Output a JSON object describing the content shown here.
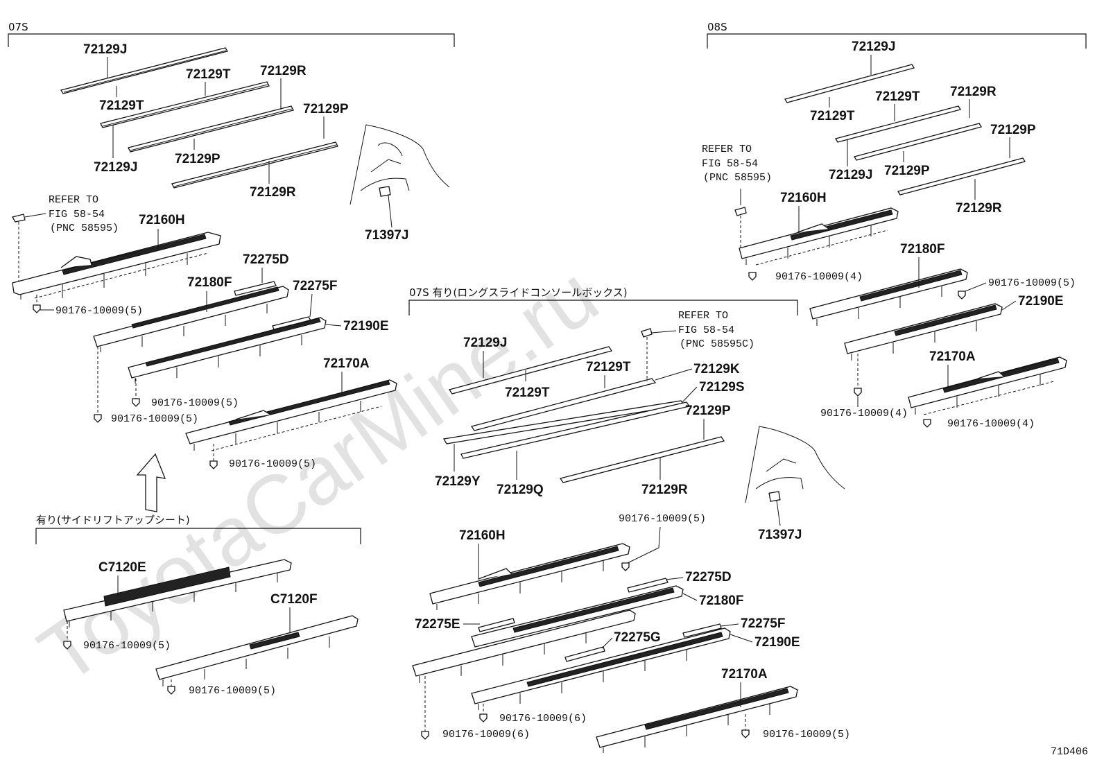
{
  "watermark": "ToyotaCarMine.ru",
  "diagram_code": "71D406",
  "sections": {
    "s07s": "07S",
    "s08s": "08S",
    "s07s_long": "07S 有り(ロングスライドコンソールボックス)",
    "side_lift": "有り(サイドリフトアップシート)"
  },
  "refer": {
    "line1": "REFER TO",
    "line2": "FIG 58-54",
    "pnc_a": "(PNC 58595)",
    "pnc_c": "(PNC 58595C)"
  },
  "parts": {
    "p72129J": "72129J",
    "p72129T": "72129T",
    "p72129R": "72129R",
    "p72129P": "72129P",
    "p72129K": "72129K",
    "p72129S": "72129S",
    "p72129Y": "72129Y",
    "p72129Q": "72129Q",
    "p71397J": "71397J",
    "p72160H": "72160H",
    "p72180F": "72180F",
    "p72190E": "72190E",
    "p72170A": "72170A",
    "p72275D": "72275D",
    "p72275E": "72275E",
    "p72275F": "72275F",
    "p72275G": "72275G",
    "pC7120E": "C7120E",
    "pC7120F": "C7120F",
    "bolt4": "90176-10009(4)",
    "bolt5": "90176-10009(5)",
    "bolt6": "90176-10009(6)"
  }
}
